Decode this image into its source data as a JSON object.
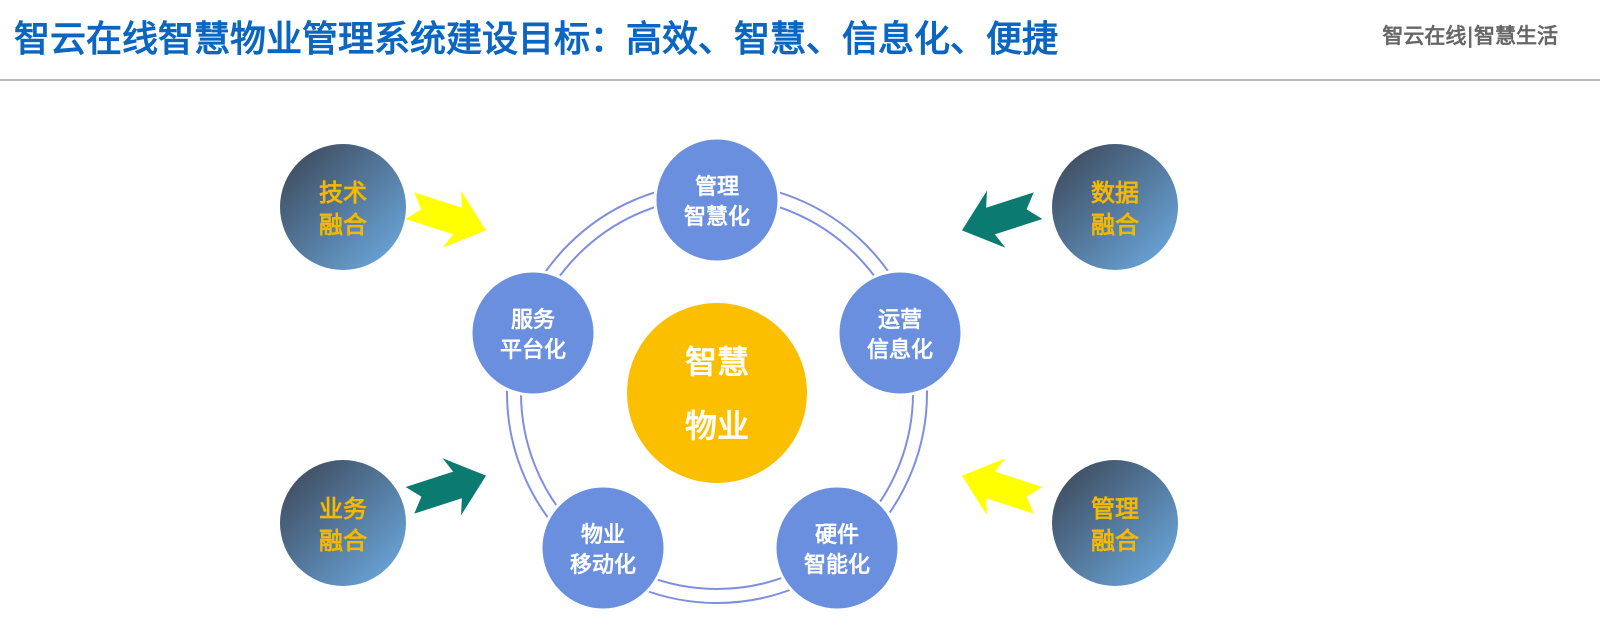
{
  "header": {
    "title": "智云在线智慧物业管理系统建设目标：高效、智慧、信息化、便捷",
    "brand": "智云在线|智慧生活"
  },
  "center": {
    "line1": "智慧",
    "line2": "物业"
  },
  "nodes": [
    {
      "line1": "管理",
      "line2": "智慧化"
    },
    {
      "line1": "运营",
      "line2": "信息化"
    },
    {
      "line1": "硬件",
      "line2": "智能化"
    },
    {
      "line1": "物业",
      "line2": "移动化"
    },
    {
      "line1": "服务",
      "line2": "平台化"
    }
  ],
  "inputs": [
    {
      "line1": "技术",
      "line2": "融合",
      "arrow_color": "#ffff00"
    },
    {
      "line1": "数据",
      "line2": "融合",
      "arrow_color": "#0b7a70"
    },
    {
      "line1": "业务",
      "line2": "融合",
      "arrow_color": "#0b7a70"
    },
    {
      "line1": "管理",
      "line2": "融合",
      "arrow_color": "#ffff00"
    }
  ],
  "colors": {
    "title": "#0a66c0",
    "node": "#6b8fdf",
    "center": "#fbbf00",
    "input_text": "#f5b800",
    "ring": "#7f8fe0"
  }
}
